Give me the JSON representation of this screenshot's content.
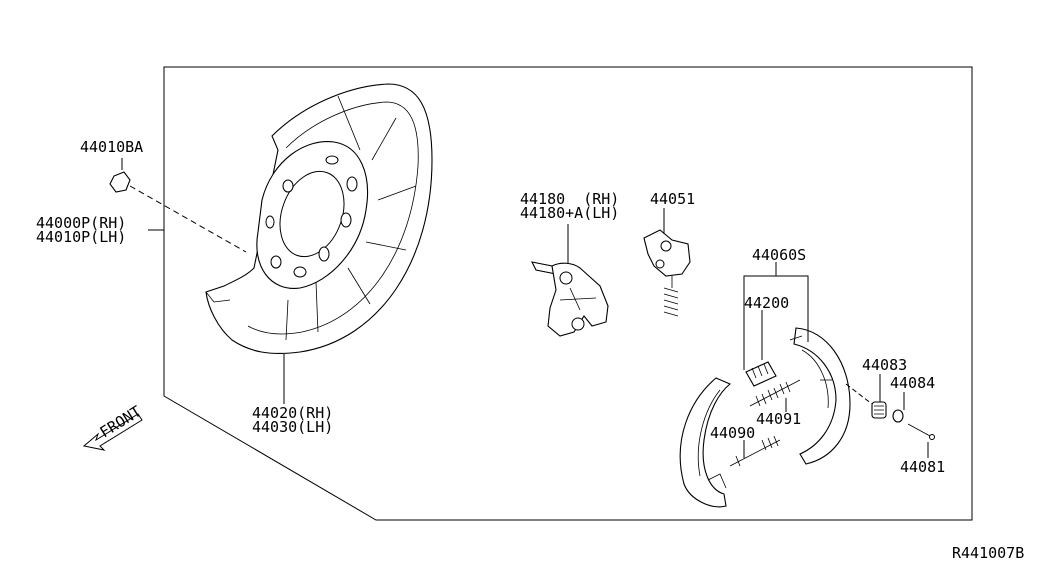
{
  "diagram_id": "R441007B",
  "front_label": "FRONT",
  "parts": {
    "nut": "44010BA",
    "backing_plate_rh": "44000P(RH)",
    "backing_plate_lh": "44010P(LH)",
    "dust_shield_rh": "44020(RH)",
    "dust_shield_lh": "44030(LH)",
    "lever_rh": "44180  (RH)",
    "lever_lh": "44180+A(LH)",
    "adjuster_kit": "44051",
    "shoe_set": "44060S",
    "adjuster": "44200",
    "spring_upper": "44091",
    "spring_lower": "44090",
    "retainer": "44083",
    "cup": "44084",
    "pin": "44081"
  }
}
